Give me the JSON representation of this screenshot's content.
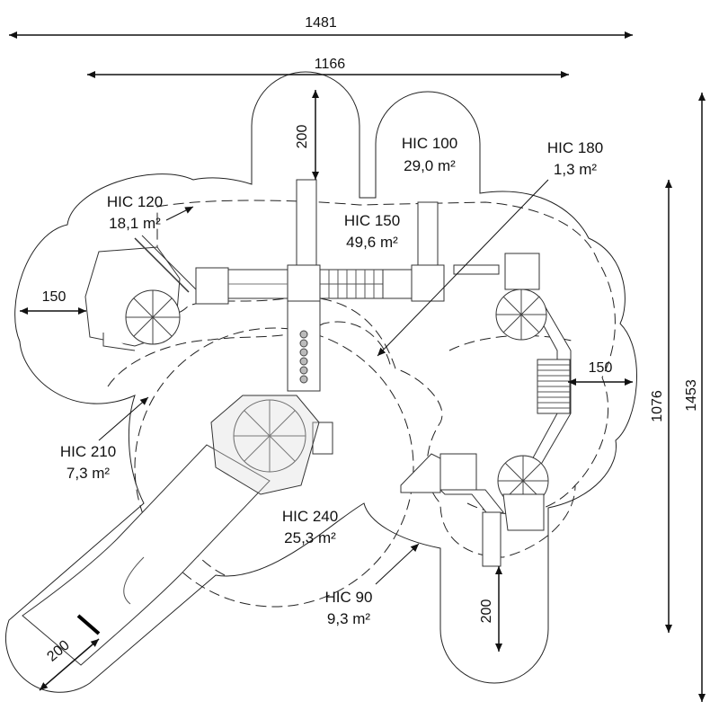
{
  "dimensions": {
    "overall_width": "1481",
    "inner_width": "1166",
    "overall_height": "1453",
    "inner_height": "1076",
    "margin_top": "200",
    "margin_left": "150",
    "margin_right": "150",
    "margin_bottom": "200",
    "margin_slide": "200"
  },
  "zones": {
    "hic100": {
      "height": "HIC 100",
      "area": "29,0 m²"
    },
    "hic180": {
      "height": "HIC 180",
      "area": "1,3 m²"
    },
    "hic120": {
      "height": "HIC 120",
      "area": "18,1 m²"
    },
    "hic150": {
      "height": "HIC 150",
      "area": "49,6 m²"
    },
    "hic210": {
      "height": "HIC 210",
      "area": "7,3 m²"
    },
    "hic240": {
      "height": "HIC 240",
      "area": "25,3 m²"
    },
    "hic90": {
      "height": "HIC 90",
      "area": "9,3 m²"
    }
  }
}
